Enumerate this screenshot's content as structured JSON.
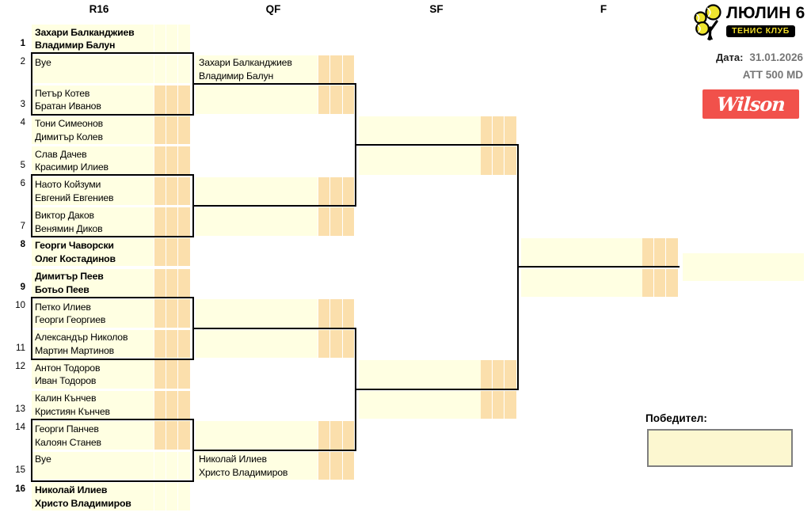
{
  "title_columns": [
    "R16",
    "QF",
    "SF",
    "F"
  ],
  "club": {
    "name": "ЛЮЛИН 6",
    "tagline": "ТЕНИС КЛУБ"
  },
  "meta": {
    "date_label": "Дата:",
    "date_value": "31.01.2026",
    "category": "ATT 500 MD"
  },
  "sponsor": "Wilson",
  "winner_section": {
    "label": "Победител:",
    "value": ""
  },
  "colors": {
    "cell_bg": "#FFFFE2",
    "score_box": "#FBDFAC",
    "line": "#000000",
    "club_yellow": "#EFDC2A",
    "sponsor_red": "#F1514B",
    "muted_gray": "#767676",
    "winner_box_bg": "#FCF7D0",
    "winner_box_border": "#7F7F7F"
  },
  "bracket": {
    "r16": [
      {
        "seed": 1,
        "players": [
          "Захари Балканджиев",
          "Владимир Балун"
        ],
        "seeded": true,
        "has_match": false
      },
      {
        "seed": 2,
        "players": [
          "Bye",
          ""
        ],
        "seeded": false,
        "has_match": false
      },
      {
        "seed": 3,
        "players": [
          "Петър Котев",
          "Братан Иванов"
        ],
        "seeded": false,
        "has_match": true
      },
      {
        "seed": 4,
        "players": [
          "Тони Симеонов",
          "Димитър Колев"
        ],
        "seeded": false,
        "has_match": true
      },
      {
        "seed": 5,
        "players": [
          "Слав Дачев",
          "Красимир Илиев"
        ],
        "seeded": false,
        "has_match": true
      },
      {
        "seed": 6,
        "players": [
          "Наото Койзуми",
          "Евгений Евгениев"
        ],
        "seeded": false,
        "has_match": true
      },
      {
        "seed": 7,
        "players": [
          "Виктор Даков",
          "Венямин Диков"
        ],
        "seeded": false,
        "has_match": true
      },
      {
        "seed": 8,
        "players": [
          "Георги Чаворски",
          "Олег Костадинов"
        ],
        "seeded": true,
        "has_match": true
      },
      {
        "seed": 9,
        "players": [
          "Димитър Пеев",
          "Ботьо Пеев"
        ],
        "seeded": true,
        "has_match": true
      },
      {
        "seed": 10,
        "players": [
          "Петко Илиев",
          "Георги Георгиев"
        ],
        "seeded": false,
        "has_match": true
      },
      {
        "seed": 11,
        "players": [
          "Александър Николов",
          "Мартин Мартинов"
        ],
        "seeded": false,
        "has_match": true
      },
      {
        "seed": 12,
        "players": [
          "Антон Тодоров",
          "Иван Тодоров"
        ],
        "seeded": false,
        "has_match": true
      },
      {
        "seed": 13,
        "players": [
          "Калин Кънчев",
          "Кристиян Кънчев"
        ],
        "seeded": false,
        "has_match": true
      },
      {
        "seed": 14,
        "players": [
          "Георги Панчев",
          "Калоян Станев"
        ],
        "seeded": false,
        "has_match": true
      },
      {
        "seed": 15,
        "players": [
          "",
          "Bye"
        ],
        "seeded": false,
        "has_match": false
      },
      {
        "seed": 16,
        "players": [
          "Николай Илиев",
          "Христо Владимиров"
        ],
        "seeded": true,
        "has_match": false
      }
    ],
    "qf": [
      {
        "players": [
          "Захари Балканджиев",
          "Владимир Балун"
        ]
      },
      {
        "players": [
          "",
          ""
        ]
      },
      {
        "players": [
          "",
          ""
        ]
      },
      {
        "players": [
          "",
          ""
        ]
      },
      {
        "players": [
          "",
          ""
        ]
      },
      {
        "players": [
          "",
          ""
        ]
      },
      {
        "players": [
          "",
          ""
        ]
      },
      {
        "players": [
          "Николай Илиев",
          "Христо Владимиров"
        ]
      }
    ],
    "sf": [
      {
        "players": [
          "",
          ""
        ]
      },
      {
        "players": [
          "",
          ""
        ]
      },
      {
        "players": [
          "",
          ""
        ]
      },
      {
        "players": [
          "",
          ""
        ]
      }
    ],
    "f": [
      {
        "players": [
          "",
          ""
        ]
      },
      {
        "players": [
          "",
          ""
        ]
      }
    ],
    "champion": {
      "players": [
        "",
        ""
      ]
    }
  }
}
